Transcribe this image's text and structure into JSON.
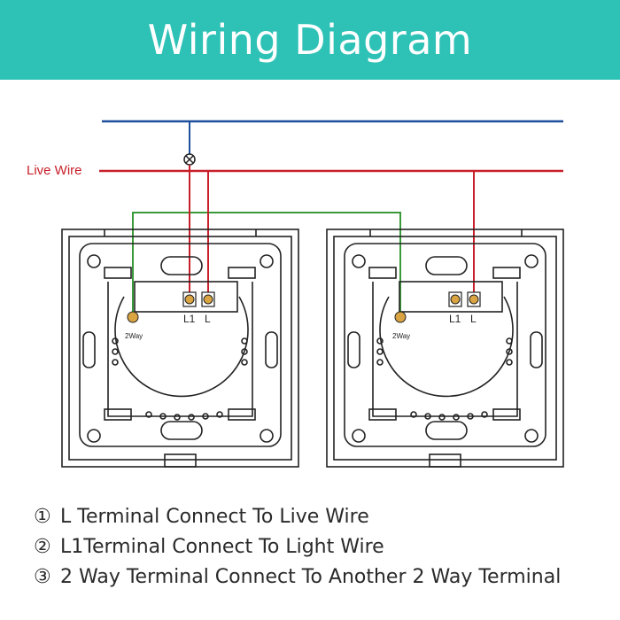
{
  "title": "Wiring Diagram",
  "live_wire_label": "Live Wire",
  "terminal_labels": {
    "l1": "L1",
    "l": "L",
    "two_way": "2Way"
  },
  "notes": [
    {
      "num": "①",
      "text": "L Terminal Connect To Live Wire"
    },
    {
      "num": "②",
      "text": "L1Terminal Connect To Light Wire"
    },
    {
      "num": "③",
      "text": "2 Way Terminal Connect To Another 2 Way Terminal"
    }
  ],
  "colors": {
    "banner": "#2ec2b6",
    "neutral_wire": "#1e4f9c",
    "live_wire": "#c8202a",
    "link_wire": "#3a9a3a",
    "outline": "#222222"
  }
}
